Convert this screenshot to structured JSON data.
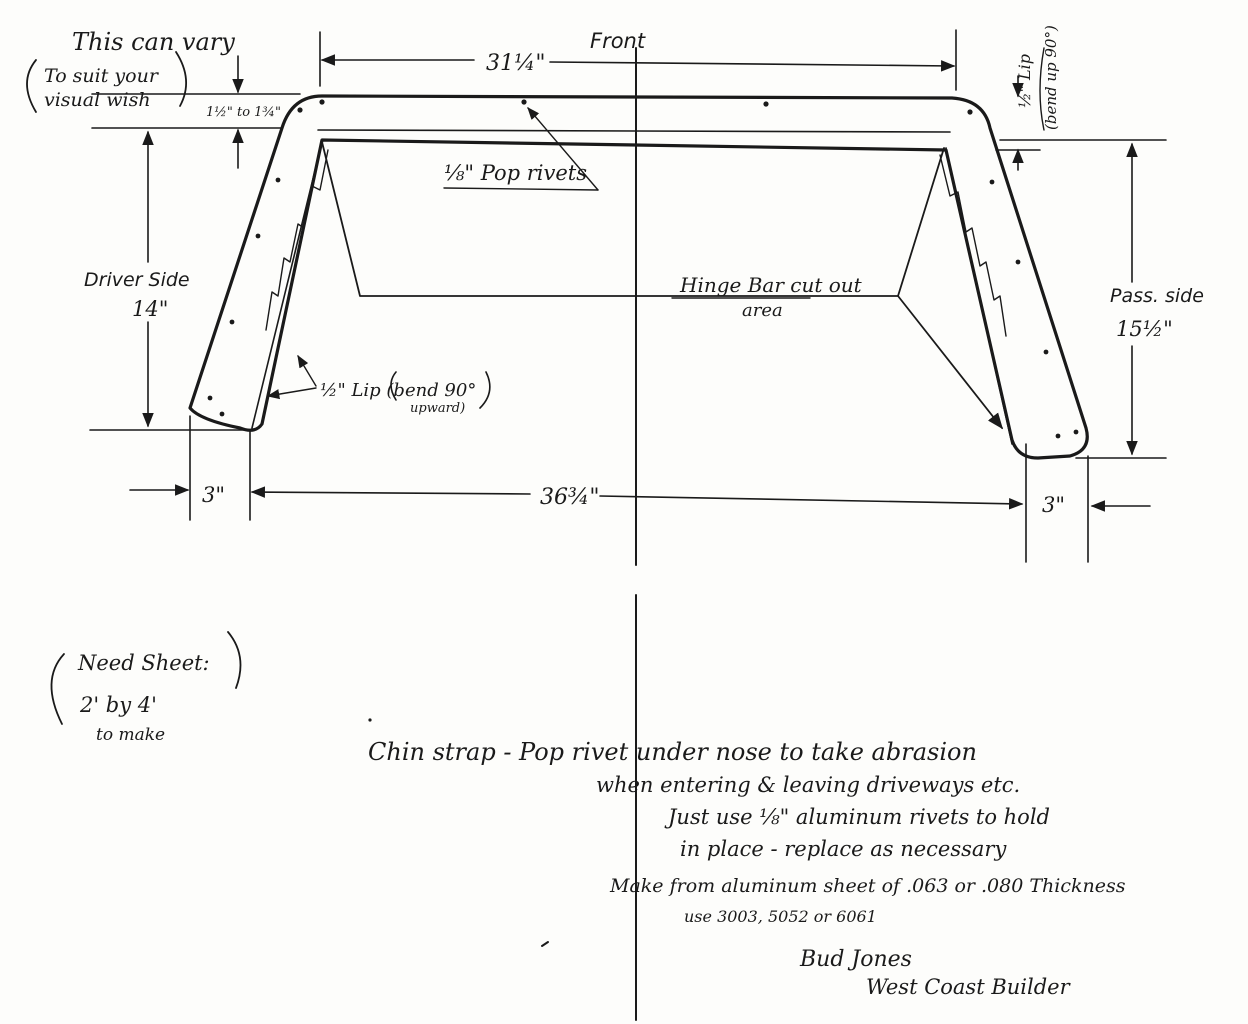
{
  "annotations": {
    "vary_title": "This can vary",
    "vary_line1": "To suit your",
    "vary_line2": "visual wish",
    "top_height": "1½\" to 1¾\"",
    "front_label": "Front",
    "top_width": "31¼\"",
    "top_lip_line1": "½\" Lip",
    "top_lip_line2": "(bend up 90°)",
    "rivets_label": "⅛\" Pop rivets",
    "driver_side_label": "Driver Side",
    "driver_side_value": "14\"",
    "pass_side_label": "Pass. side",
    "pass_side_value": "15½\"",
    "hinge_line1": "Hinge Bar cut out",
    "hinge_line2": "area",
    "lip_label": "½\" Lip (bend 90°",
    "lip_label_sub": "upward)",
    "left_foot_width": "3\"",
    "bottom_width": "36¾\"",
    "right_foot_width": "3\""
  },
  "notes": {
    "sheet_line1": "Need Sheet:",
    "sheet_line2": "2' by 4'",
    "sheet_line3": "to make",
    "chin_strap_line1": "Chin strap - Pop rivet under nose to take abrasion",
    "chin_strap_line2": "when entering & leaving driveways etc.",
    "chin_strap_line3": "Just use ⅛\" aluminum rivets to hold",
    "chin_strap_line4": "in place - replace as necessary",
    "material_line1": "Make from aluminum sheet of .063 or .080 Thickness",
    "material_line2": "use 3003, 5052 or 6061",
    "signature_name": "Bud Jones",
    "signature_title": "West Coast Builder"
  }
}
